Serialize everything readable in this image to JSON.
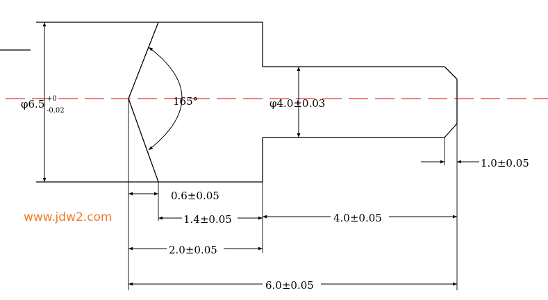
{
  "colors": {
    "outline": "#000000",
    "centerline": "#e00000",
    "watermark": "#f07a2a"
  },
  "watermark": "www.jdw2.com",
  "dimensions": {
    "outer_diameter": "φ6.5",
    "outer_tol_upper": "+0",
    "outer_tol_lower": "-0.02",
    "angle": "165°",
    "inner_diameter": "φ4.0±0.03",
    "chamfer_width": "1.0±0.05",
    "tip_width": "0.6±0.05",
    "cone_length": "1.4±0.05",
    "shank_length": "4.0±0.05",
    "head_length": "2.0±0.05",
    "total_length": "6.0±0.05"
  }
}
